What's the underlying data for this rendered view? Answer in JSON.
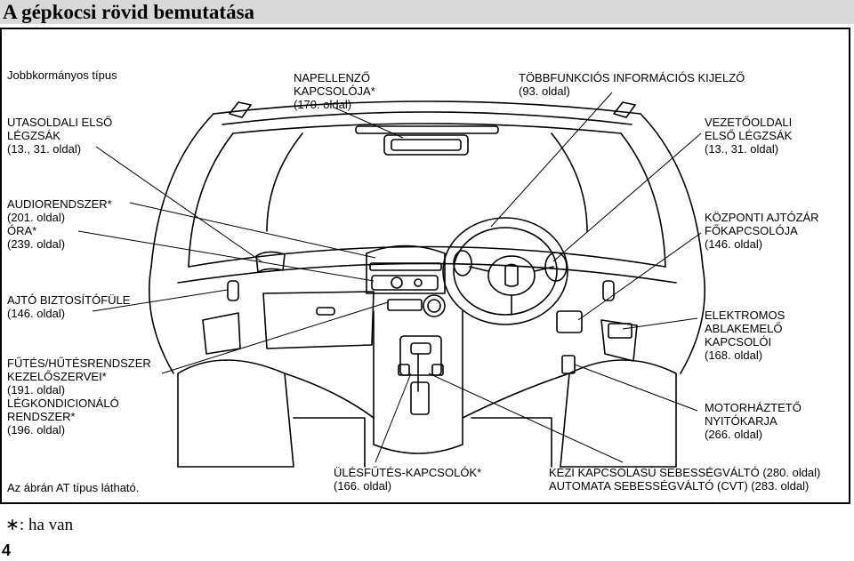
{
  "page": {
    "title": "A gépkocsi rövid bemutatása",
    "page_number": "4"
  },
  "labels": {
    "variant": "Jobbkormányos típus",
    "passenger_vents": "UTASOLDALI ELSŐ\nLÉGZSÁK\n(13., 31. oldal)",
    "sun_visor": "NAPELLENZŐ\nKAPCSOLÓJA*\n(170. oldal)",
    "multi_display": "TÖBBFUNKCIÓS INFORMÁCIÓS KIJELZŐ\n(93. oldal)",
    "driver_vents": "VEZETŐOLDALI\nELSŐ LÉGZSÁK\n(13., 31. oldal)",
    "audio": "AUDIORENDSZER*\n(201. oldal)\nÓRA*\n(239. oldal)",
    "central_lock": "KÖZPONTI AJTÓZÁR\nFŐKAPCSOLÓJA\n(146. oldal)",
    "door_lock_tab": "AJTÓ BIZTOSÍTÓFÜLE\n(146. oldal)",
    "heating": "FŰTÉS/HŰTÉSRENDSZER\nKEZELŐSZERVEI*\n(191. oldal)\nLÉGKONDICIONÁLÓ\nRENDSZER*\n(196. oldal)",
    "power_windows": "ELEKTROMOS\nABLAKEMELŐ\nKAPCSOLÓI\n(168. oldal)",
    "hood_release": "MOTORHÁZTETŐ\nNYITÓKARJA\n(266. oldal)",
    "diagram_note": "Az ábrán AT típus látható.",
    "seat_heater": "ÜLÉSFŰTÉS-KAPCSOLÓK*\n(166. oldal)",
    "transmission": "KÉZI KAPCSOLÁSÚ SEBESSÉGVÁLTÓ (280. oldal)\nAUTOMATA SEBESSÉGVÁLTÓ (CVT) (283. oldal)"
  },
  "footnote": "∗: ha van"
}
